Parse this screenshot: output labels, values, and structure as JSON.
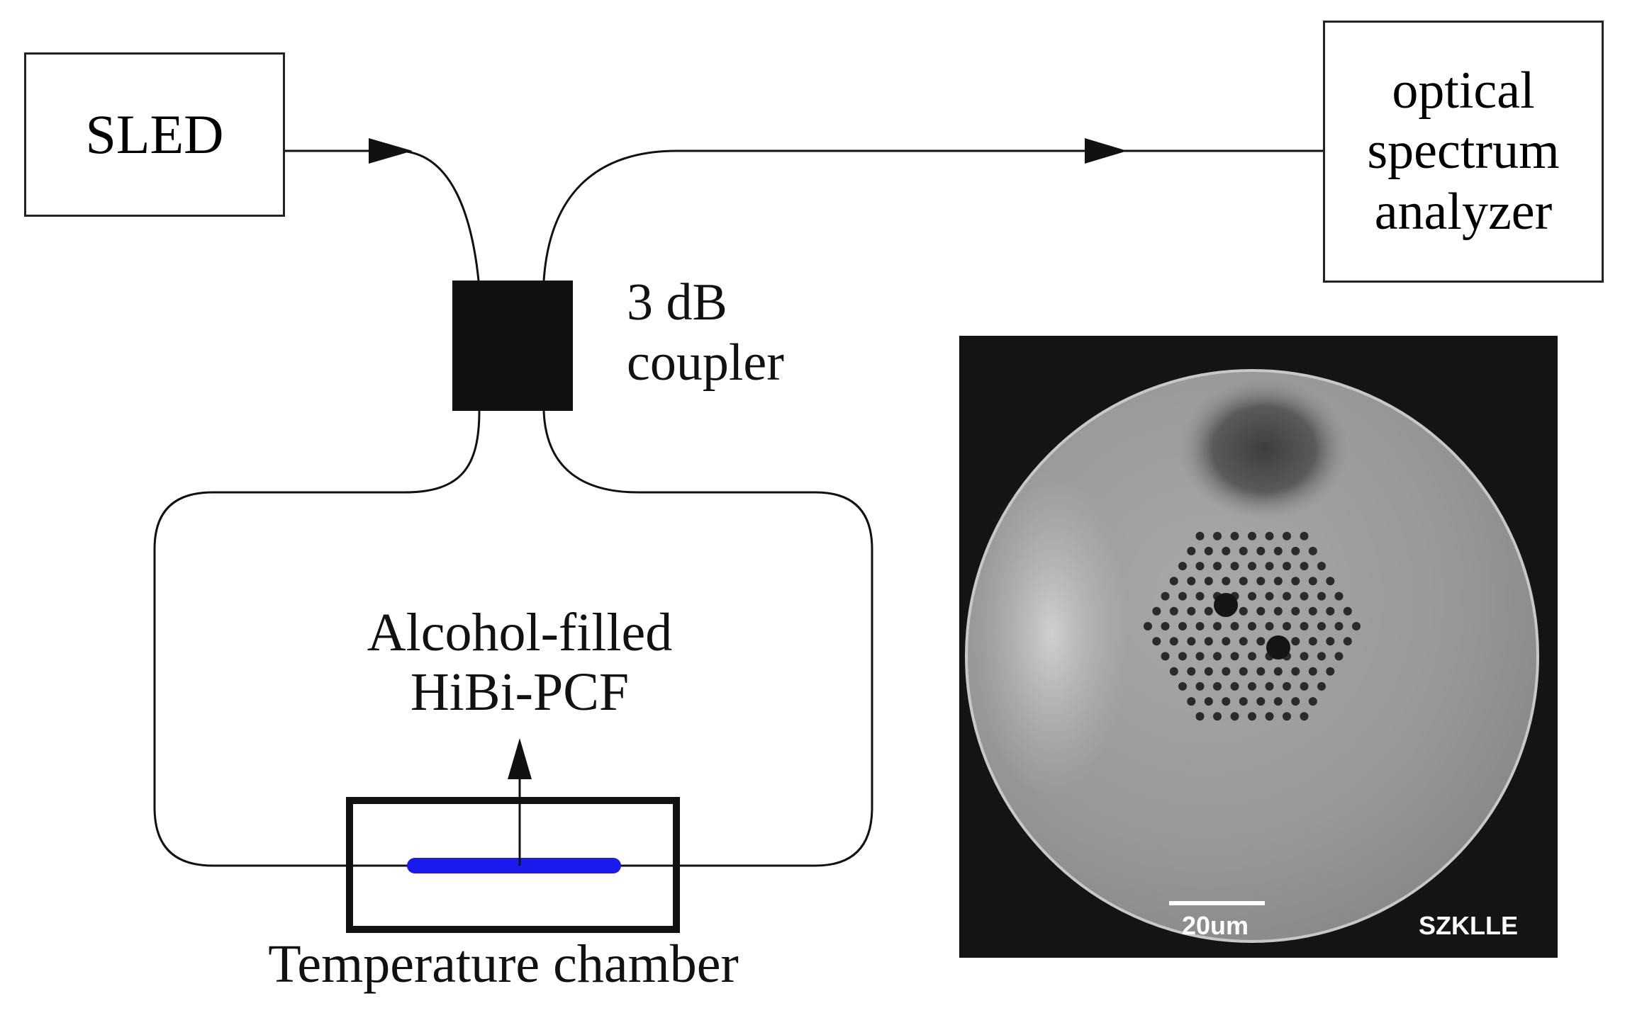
{
  "diagram": {
    "nodes": {
      "source": {
        "label": "SLED"
      },
      "coupler": {
        "label_line1": "3 dB",
        "label_line2": "coupler"
      },
      "analyzer": {
        "label_line1": "optical",
        "label_line2": "spectrum",
        "label_line3": "analyzer"
      },
      "fiber": {
        "label_line1": "Alcohol-filled",
        "label_line2": "HiBi-PCF"
      },
      "chamber": {
        "label": "Temperature chamber"
      }
    },
    "edges": [
      {
        "from": "SLED",
        "to": "3 dB coupler"
      },
      {
        "from": "3 dB coupler",
        "to": "optical spectrum analyzer"
      },
      {
        "from": "3 dB coupler",
        "to": "Alcohol-filled HiBi-PCF"
      }
    ],
    "colors": {
      "line": "#111111",
      "coupler_fill": "#111111",
      "fiber_fill": "#1a1aee"
    }
  },
  "micrograph": {
    "scale_bar_label": "20um",
    "watermark": "SZKLLE",
    "colors": {
      "background": "#141414",
      "fiber": "#9a9a9a"
    }
  }
}
